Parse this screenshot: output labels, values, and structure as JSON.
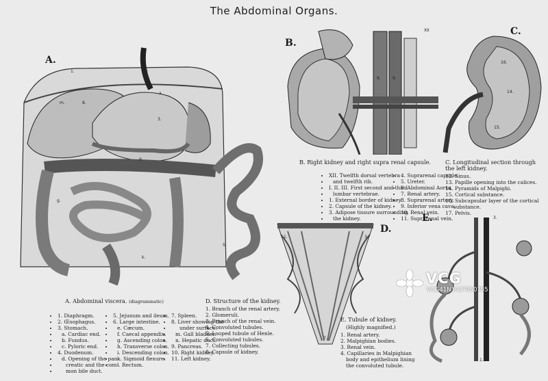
{
  "title": "The Abdominal Organs.",
  "figures": {
    "a": {
      "letter": "A."
    },
    "b": {
      "letter": "B."
    },
    "c": {
      "letter": "C."
    },
    "d": {
      "letter": "D."
    },
    "e": {
      "letter": "E."
    }
  },
  "captions": {
    "a": {
      "heading": "A. Abdominal viscera.",
      "heading_note": "(diagrammatic)",
      "col1": [
        "1. Diaphragm.",
        "2. Œsophagus.",
        "3. Stomach.",
        "a. Cardiac end.",
        "b. Fundus.",
        "c. Pyloric end.",
        "4. Duodenum.",
        "d. Opening of the pan-",
        "creatic and the com-",
        "mon bile duct."
      ],
      "col2": [
        "5. Jejunum and ileum.",
        "6. Large intestine.",
        "e. Cæcum.",
        "f. Caecal appendix.",
        "g. Ascending colon.",
        "h. Transverse colon.",
        "i. Descending colon.",
        "k. Sigmoid flexure.",
        "l. Rectum."
      ],
      "col3": [
        "7. Spleen.",
        "8. Liver showing the",
        "under surface.",
        "m. Gall bladder.",
        "n. Hepatic duct.",
        "9. Pancreas.",
        "10. Right kidney.",
        "11. Left kidney."
      ]
    },
    "b": {
      "heading": "B. Right kidney and right supra renal capsule.",
      "col1": [
        "XII. Twelfth dorsal vertebra",
        "and twelfth rib.",
        "I. II. III. First second and third",
        "lumbar vertebrae.",
        "1. External border of kidney.",
        "2. Capsule of the kidney.",
        "3. Adipose tissure surrounding",
        "the kidney."
      ],
      "col2": [
        "4. Suprarenal capsule.",
        "5. Ureter.",
        "6. Abdominal Aorta.",
        "7. Renal artery.",
        "8. Suprarenal artery.",
        "9. Inferior vena cava.",
        "10. Renal vein.",
        "11. Suprarenal vein."
      ]
    },
    "c": {
      "heading": "C. Longitudinal section through the left kidney.",
      "list": [
        "12. Sinus.",
        "13. Papille opening into the calices.",
        "14. Pyramids of Malpighi.",
        "15. Cortical substance.",
        "16. Subcapsular layer of the cortical",
        "substance.",
        "17. Pelvis."
      ]
    },
    "d": {
      "heading": "D. Structure of the kidney.",
      "list": [
        "1. Branch of the renal artery.",
        "2. Glomeruli.",
        "3. Branch of the renal vein.",
        "4. Convoluted tubules.",
        "5. Looped tubule of Henle.",
        "6. Convoluted tubules.",
        "7. Collecting tubules.",
        "8. Capsule of kidney."
      ]
    },
    "e": {
      "heading": "E. Tubule of kidney.",
      "heading_note": "(Highly magnified.)",
      "list": [
        "1. Renal artery.",
        "2. Malpighian bodies.",
        "3. Renal vein.",
        "4. Capillaries in Malpighian",
        "body and epithelium lining",
        "the convoluted tubule."
      ]
    }
  },
  "watermark": {
    "brand": "VCG",
    "id": "VCG41N1427950785"
  },
  "colors": {
    "paper": "#ebebeb",
    "ink": "#1b1b1b"
  }
}
